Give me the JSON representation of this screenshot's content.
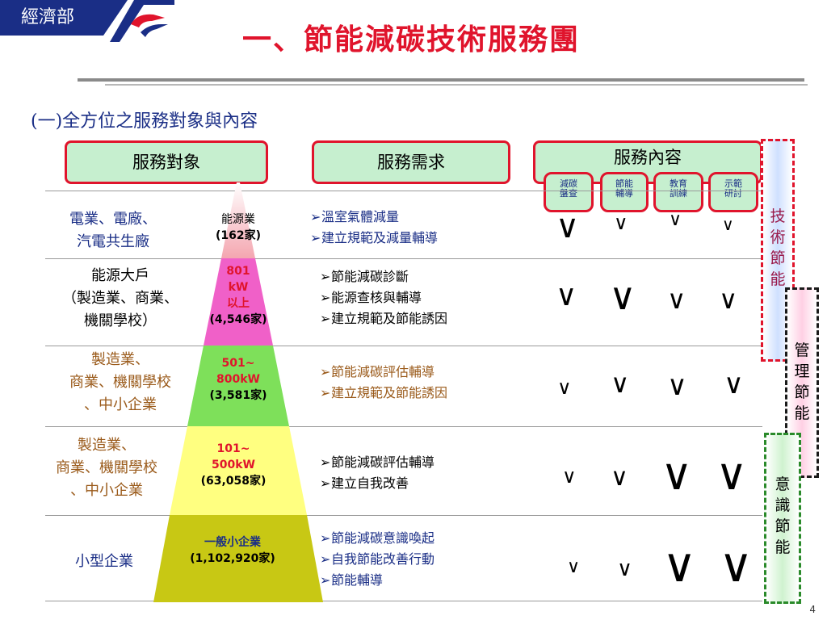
{
  "header": {
    "logo_text": "經濟部",
    "title": "一、節能減碳技術服務團"
  },
  "subtitle": "(一)全方位之服務對象與內容",
  "columns": {
    "target": "服務對象",
    "need": "服務需求",
    "content": "服務內容"
  },
  "services": [
    "減碳\n盤查",
    "節能\n輔導",
    "教育\n訓練",
    "示範\n研討"
  ],
  "rows": [
    {
      "target": [
        "電業、電廠、",
        "汽電共生廠"
      ],
      "segment": [
        "能源業",
        "(162家)"
      ],
      "needs": [
        "溫室氣體減量",
        "建立規範及減量輔導"
      ]
    },
    {
      "target": [
        "能源大戶",
        "（製造業、商業、",
        "機關學校）"
      ],
      "segment": [
        "801",
        "kW",
        "以上",
        "(4,546家)"
      ],
      "needs": [
        "節能減碳診斷",
        "能源查核與輔導",
        "建立規範及節能誘因"
      ]
    },
    {
      "target": [
        "製造業、",
        "商業、機關學校",
        "、中小企業"
      ],
      "segment": [
        "501~",
        "800kW",
        "(3,581家)"
      ],
      "needs": [
        "節能減碳評估輔導",
        "建立規範及節能誘因"
      ]
    },
    {
      "target": [
        "製造業、",
        "商業、機關學校",
        "、中小企業"
      ],
      "segment": [
        "101~",
        "500kW",
        "(63,058家)"
      ],
      "needs": [
        "節能減碳評估輔導",
        "建立自我改善"
      ]
    },
    {
      "target": [
        "小型企業"
      ],
      "segment": [
        "一般小企業",
        "(1,102,920家)"
      ],
      "needs": [
        "節能減碳意識喚起",
        "自我節能改善行動",
        "節能輔導"
      ]
    }
  ],
  "check_mark": "∨",
  "side_labels": {
    "tech": "技術節能",
    "mgmt": "管理節能",
    "aware": "意識節能"
  },
  "page_number": "4",
  "colors": {
    "title_red": "#e0142c",
    "navy": "#1a2e86",
    "header_fill": "#c6efcf",
    "pyramid_top": "#f4a6b0",
    "pyramid_2": "#f060c8",
    "pyramid_3": "#7ee05a",
    "pyramid_4": "#ffff80",
    "pyramid_5": "#c8c814"
  }
}
